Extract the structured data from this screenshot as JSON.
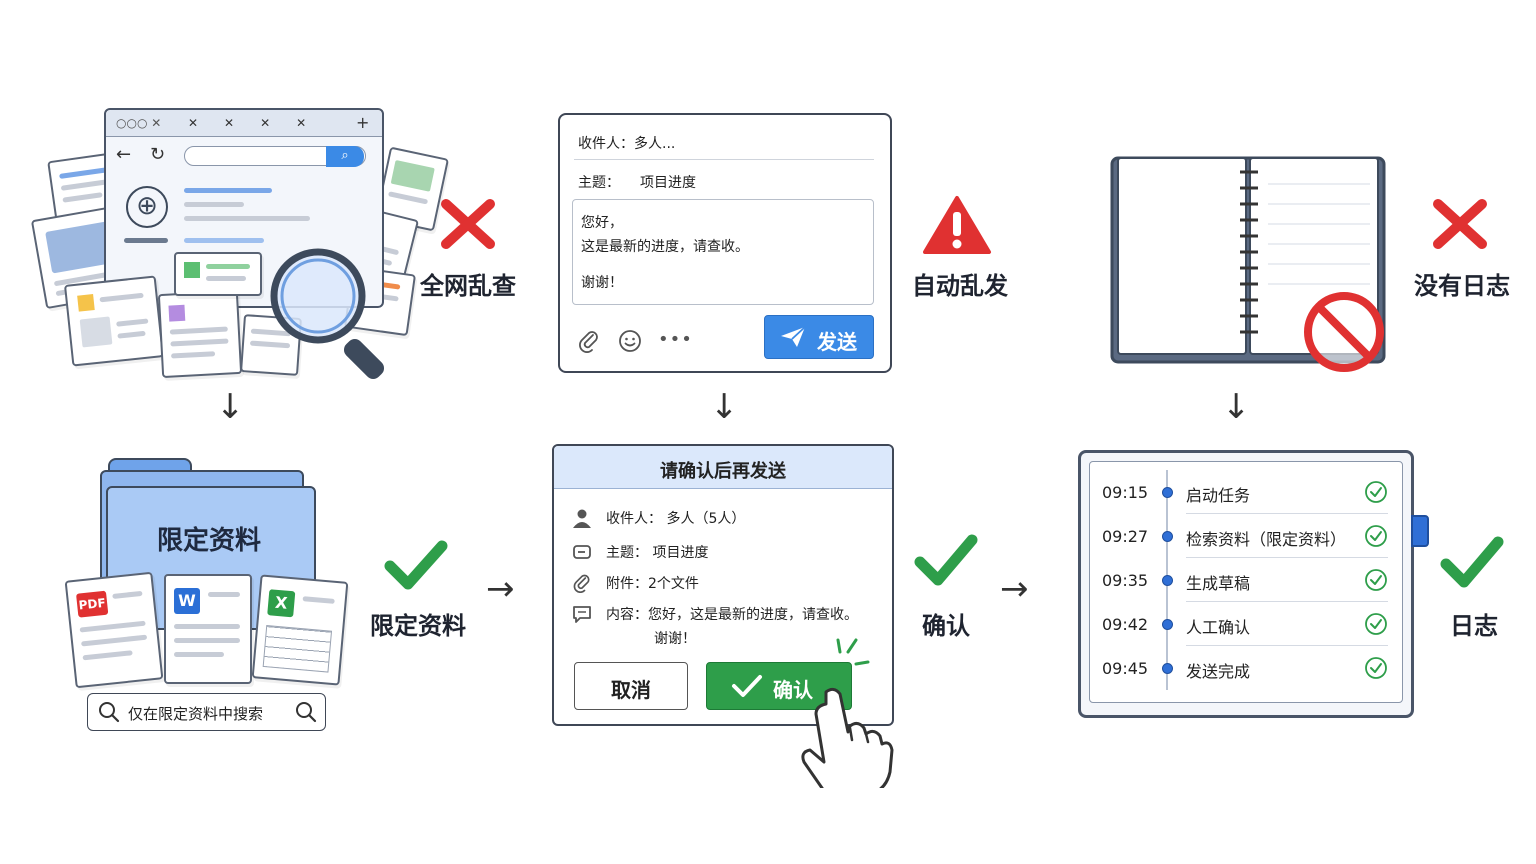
{
  "step1": {
    "bad_caption": "全网乱查",
    "good_caption": "限定资料",
    "folder_label": "限定资料",
    "file_badges": [
      "PDF",
      "W",
      "X"
    ],
    "search_text": "仅在限定资料中搜索"
  },
  "step2": {
    "bad_caption": "自动乱发",
    "good_caption": "确认",
    "compose": {
      "to": "收件人：多人...",
      "subject_label": "主题：",
      "subject_value": "项目进度",
      "body_line1": "您好，",
      "body_line2": "这是最新的进度，请查收。",
      "body_line3": "谢谢！",
      "send_label": "发送"
    },
    "dialog": {
      "title": "请确认后再发送",
      "to": "收件人：  多人（5人）",
      "subject": "主题：  项目进度",
      "attachments": "附件：2个文件",
      "content_line1": "内容：您好，这是最新的进度，请查收。",
      "content_line2": "谢谢！",
      "cancel_label": "取消",
      "confirm_label": "确认"
    }
  },
  "step3": {
    "bad_caption": "没有日志",
    "good_caption": "日志",
    "log": [
      {
        "time": "09:15",
        "task": "启动任务"
      },
      {
        "time": "09:27",
        "task": "检索资料（限定资料）"
      },
      {
        "time": "09:35",
        "task": "生成草稿"
      },
      {
        "time": "09:42",
        "task": "人工确认"
      },
      {
        "time": "09:45",
        "task": "发送完成"
      }
    ]
  },
  "arrows": {
    "down": "↓",
    "right": "→"
  },
  "colors": {
    "bad": "#e03131",
    "good": "#2e9e4a",
    "accent": "#3b8ae6",
    "warn": "#e03131"
  }
}
